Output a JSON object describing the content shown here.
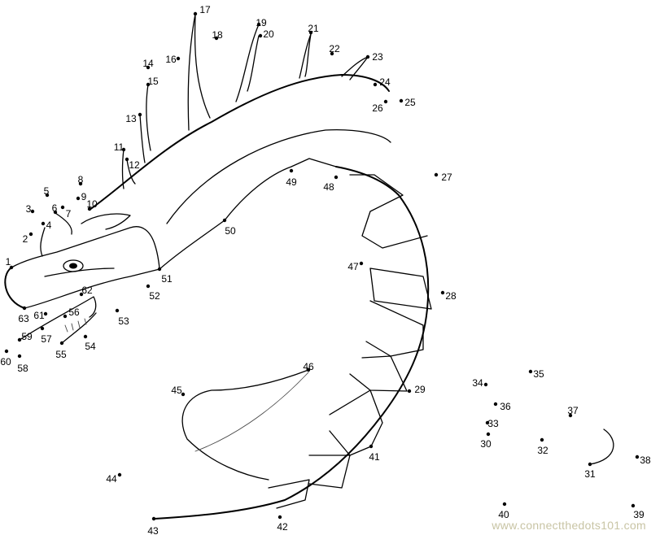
{
  "worksheet": {
    "dot_labels": [
      "1",
      "2",
      "3",
      "4",
      "5",
      "6",
      "7",
      "8",
      "9",
      "10",
      "11",
      "12",
      "13",
      "14",
      "15",
      "16",
      "17",
      "18",
      "19",
      "20",
      "21",
      "22",
      "23",
      "24",
      "25",
      "26",
      "27",
      "28",
      "29",
      "30",
      "31",
      "32",
      "33",
      "34",
      "35",
      "36",
      "37",
      "38",
      "39",
      "40",
      "41",
      "42",
      "43",
      "44",
      "45",
      "46",
      "47",
      "48",
      "49",
      "50",
      "51",
      "52",
      "53",
      "54",
      "55",
      "56",
      "57",
      "58",
      "59",
      "60",
      "61",
      "62",
      "63"
    ],
    "watermark": "www.connectthedots101.com"
  }
}
